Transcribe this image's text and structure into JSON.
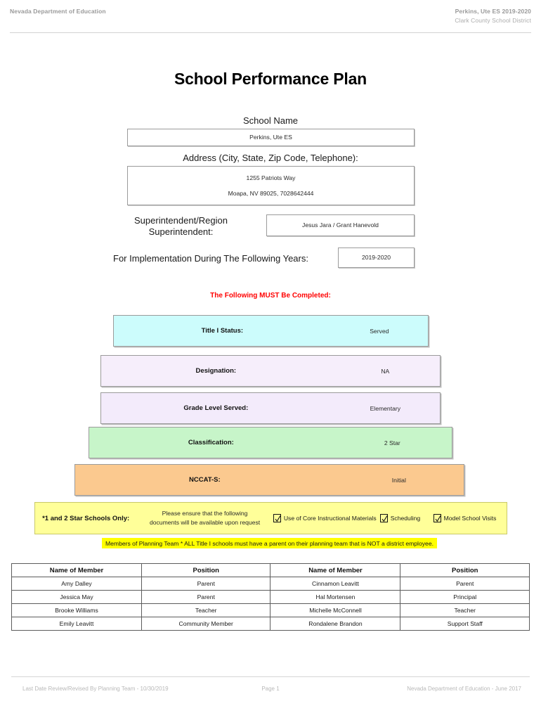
{
  "header": {
    "left": "Nevada Department of Education",
    "right_line1": "Perkins, Ute ES  2019-2020",
    "right_line2": "Clark County School District"
  },
  "title": "School Performance Plan",
  "form": {
    "school_name_label": "School Name",
    "school_name_value": "Perkins, Ute ES",
    "address_label": "Address (City, State, Zip Code, Telephone):",
    "address_line1": "1255 Patriots Way",
    "address_line2": "Moapa, NV  89025, 7028642444",
    "superintendent_label": "Superintendent/Region Superintendent:",
    "superintendent_value": "Jesus Jara / Grant Hanevold",
    "years_label": "For Implementation During The Following Years:",
    "years_value": "2019-2020"
  },
  "must_complete_notice": "The Following MUST Be Completed:",
  "status_bars": [
    {
      "label": "Title I Status:",
      "value": "Served",
      "color": "#ccfcfc"
    },
    {
      "label": "Designation:",
      "value": "NA",
      "color": "#f6eefb"
    },
    {
      "label": "Grade Level Served:",
      "value": "Elementary",
      "color": "#f3ebfb"
    },
    {
      "label": "Classification:",
      "value": "2 Star",
      "color": "#c7f5c9"
    },
    {
      "label": "NCCAT-S:",
      "value": "Initial",
      "color": "#fbc98f"
    }
  ],
  "star_schools": {
    "title": "*1 and 2 Star Schools Only:",
    "note_line1": "Please ensure that the following",
    "note_line2": "documents will be available upon request",
    "checkboxes": [
      {
        "label": "Use of Core Instructional Materials",
        "checked": true
      },
      {
        "label": "Scheduling",
        "checked": true
      },
      {
        "label": "Model School Visits",
        "checked": true
      }
    ]
  },
  "planning_notice": "Members of Planning Team * ALL Title I schools must have a parent on their planning team that is NOT a district employee.",
  "members_table": {
    "headers": [
      "Name of Member",
      "Position",
      "Name of Member",
      "Position"
    ],
    "rows": [
      [
        "Amy Dalley",
        "Parent",
        "Cinnamon Leavitt",
        "Parent"
      ],
      [
        "Jessica May",
        "Parent",
        "Hal Mortensen",
        "Principal"
      ],
      [
        "Brooke Williams",
        "Teacher",
        "Michelle McConnell",
        "Teacher"
      ],
      [
        "Emily Leavitt",
        "Community Member",
        "Rondalene Brandon",
        "Support Staff"
      ]
    ]
  },
  "footer": {
    "left": "Last Date Review/Revised By Planning Team - 10/30/2019",
    "center": "Page 1",
    "right": "Nevada Department of Education - June 2017"
  }
}
